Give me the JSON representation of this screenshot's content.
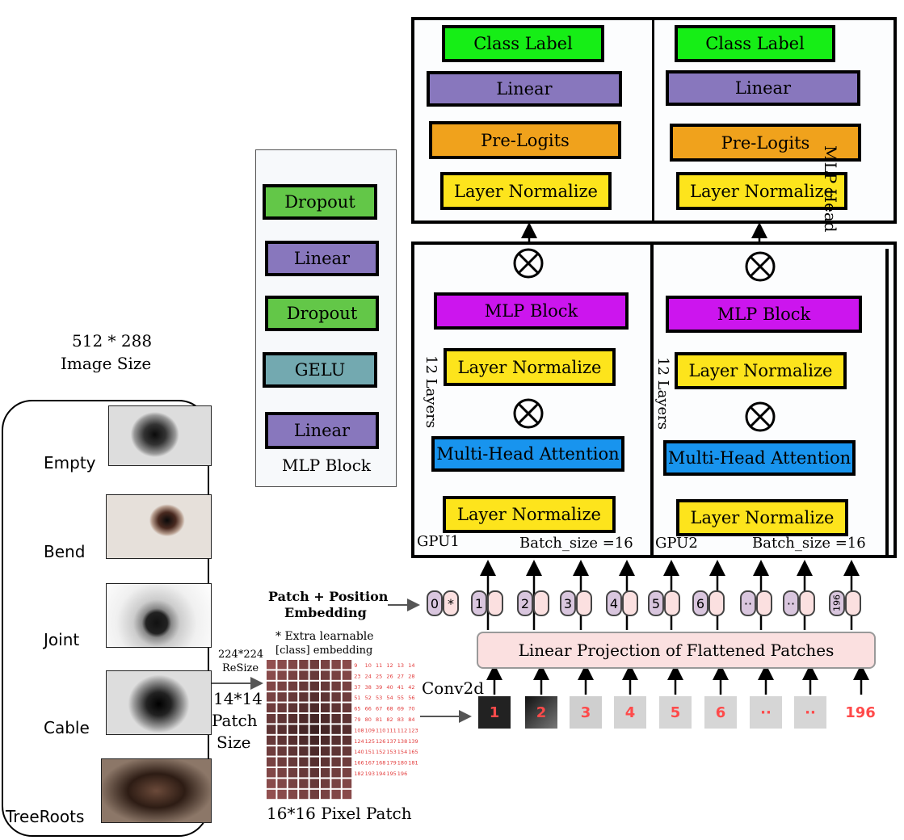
{
  "mlp_head": {
    "title": "MLP Head",
    "gpu1": {
      "class_label": "Class Label",
      "linear": "Linear",
      "pre_logits": "Pre-Logits",
      "layer_norm": "Layer Normalize"
    },
    "gpu2": {
      "class_label": "Class Label",
      "linear": "Linear",
      "pre_logits": "Pre-Logits",
      "layer_norm": "Layer Normalize"
    }
  },
  "encoder": {
    "gpu1": {
      "mlp_block": "MLP Block",
      "layer_norm_top": "Layer Normalize",
      "mha": "Multi-Head Attention",
      "layer_norm_bottom": "Layer Normalize",
      "layers": "12 Layers",
      "gpu": "GPU1",
      "batch": "Batch_size =16",
      "op": "⊗"
    },
    "gpu2": {
      "mlp_block": "MLP Block",
      "layer_norm_top": "Layer Normalize",
      "mha": "Multi-Head Attention",
      "layer_norm_bottom": "Layer Normalize",
      "layers": "12 Layers",
      "gpu": "GPU2",
      "batch": "Batch_size =16",
      "op": "⊗"
    }
  },
  "mlp_block_detail": {
    "title": "MLP Block",
    "layers": [
      "Dropout",
      "Linear",
      "Dropout",
      "GELU",
      "Linear"
    ]
  },
  "image_info": {
    "size": "512 * 288",
    "caption": "Image Size"
  },
  "classes": [
    "Empty",
    "Bend",
    "Joint",
    "Cable",
    "TreeRoots"
  ],
  "resize": {
    "size": "224*224",
    "label": "ReSize"
  },
  "patch_size": {
    "value": "14*14",
    "line2": "Patch",
    "line3": "Size"
  },
  "pixel_patch": "16*16 Pixel Patch",
  "embedding": {
    "title_line1": "Patch + Position",
    "title_line2": "Embedding",
    "note_line1": "* Extra learnable",
    "note_line2": "[class] embedding"
  },
  "tokens": [
    "0",
    "1",
    "2",
    "3",
    "4",
    "5",
    "6",
    "··",
    "··",
    "196"
  ],
  "class_token_marker": "*",
  "linear_projection": "Linear Projection of Flattened Patches",
  "conv": "Conv2d",
  "patches": [
    "1",
    "2",
    "3",
    "4",
    "5",
    "6",
    "··",
    "··",
    "196"
  ],
  "grid_numbers": [
    "9",
    "10",
    "11",
    "12",
    "13",
    "14",
    "23",
    "24",
    "25",
    "26",
    "27",
    "28",
    "37",
    "38",
    "39",
    "40",
    "41",
    "42",
    "51",
    "52",
    "53",
    "54",
    "55",
    "56",
    "65",
    "66",
    "67",
    "68",
    "69",
    "70",
    "79",
    "80",
    "81",
    "82",
    "83",
    "84",
    "108",
    "109",
    "110",
    "111",
    "112",
    "123",
    "124",
    "125",
    "126",
    "137",
    "138",
    "139",
    "140",
    "151",
    "152",
    "153",
    "154",
    "165",
    "166",
    "167",
    "168",
    "179",
    "180",
    "181",
    "182",
    "193",
    "194",
    "195",
    "196"
  ],
  "colors": {
    "class_label": "#16ee16",
    "linear": "#8877bd",
    "pre_logits": "#f0a21c",
    "layer_norm": "#fde41c",
    "mlp": "#cc15ee",
    "mha": "#1894ee",
    "dropout": "#63c748",
    "gelu": "#73a9b0",
    "projection": "#fbe0e0"
  }
}
